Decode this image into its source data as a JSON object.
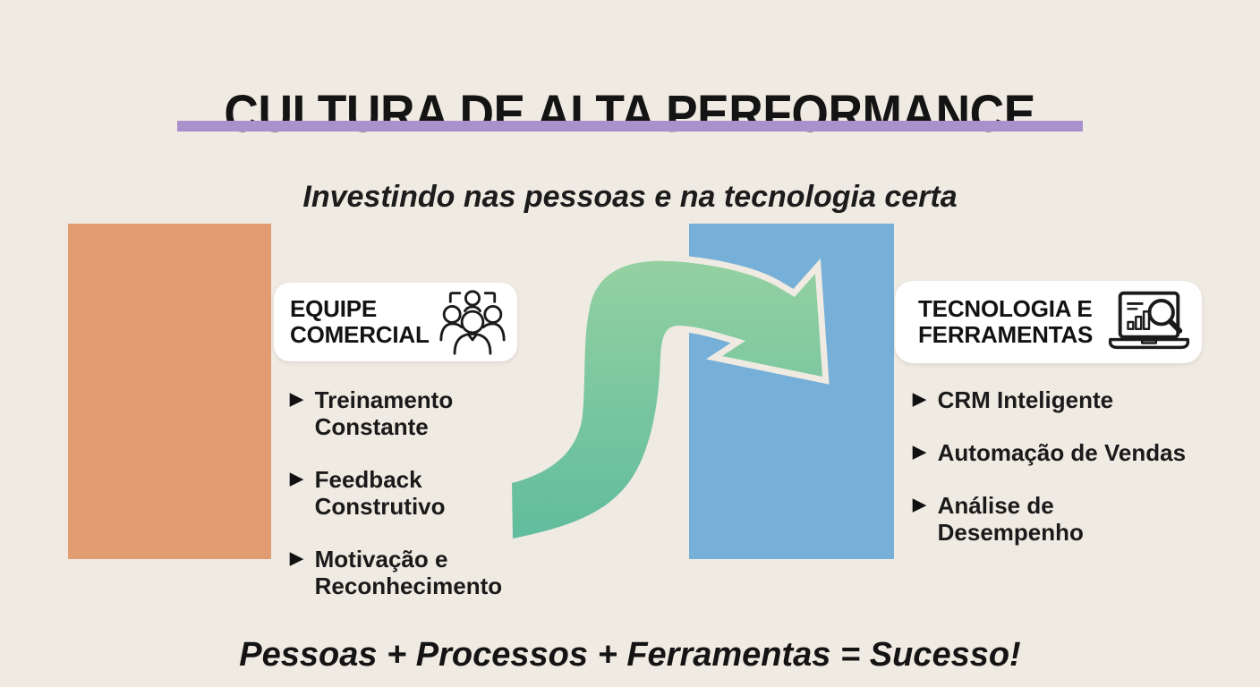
{
  "title": "CULTURA DE ALTA PERFORMANCE",
  "subtitle": "Investindo nas pessoas e na tecnologia certa",
  "footer": "Pessoas + Processos + Ferramentas = Sucesso!",
  "bullet_marker": "▶",
  "left_panel": {
    "heading": "EQUIPE COMERCIAL",
    "icon": "team-icon",
    "bullets": [
      "Treinamento Constante",
      "Feedback Construtivo",
      "Motivação e Reconhecimento"
    ]
  },
  "right_panel": {
    "heading": "TECNOLOGIA E FERRAMENTAS",
    "icon": "laptop-analytics-icon",
    "bullets": [
      "CRM Inteligente",
      "Automação de Vendas",
      "Análise de Desempenho"
    ]
  },
  "colors": {
    "background": "#EFEAE2",
    "title_text": "#141414",
    "title_underline": "#A992CB",
    "left_block": "#E29C71",
    "right_block": "#76AFD7",
    "arrow_green_light": "#95D1A1",
    "arrow_green_dark": "#5FBC9E",
    "pill_background": "#FFFFFF"
  }
}
